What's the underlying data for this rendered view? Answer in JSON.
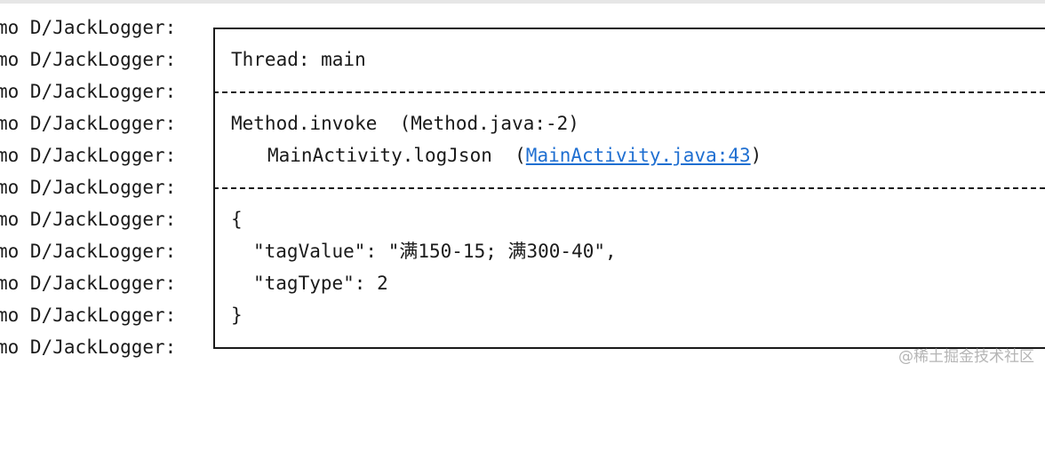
{
  "log_prefix": "mo D/JackLogger:",
  "lines": {
    "thread": "Thread: main",
    "method_invoke": "Method.invoke  (Method.java:-2)",
    "log_json_method": "MainActivity.logJson  (",
    "log_json_link": "MainActivity.java:43",
    "log_json_close": ")",
    "json_open": "{",
    "json_tag_value": "\"tagValue\": \"满150-15; 满300-40\",",
    "json_tag_type": "\"tagType\": 2",
    "json_close": "}"
  },
  "watermark": "@稀土掘金技术社区",
  "colors": {
    "link": "#1f6fd1",
    "text": "#1a1a1a",
    "watermark": "#b5b5b5"
  }
}
